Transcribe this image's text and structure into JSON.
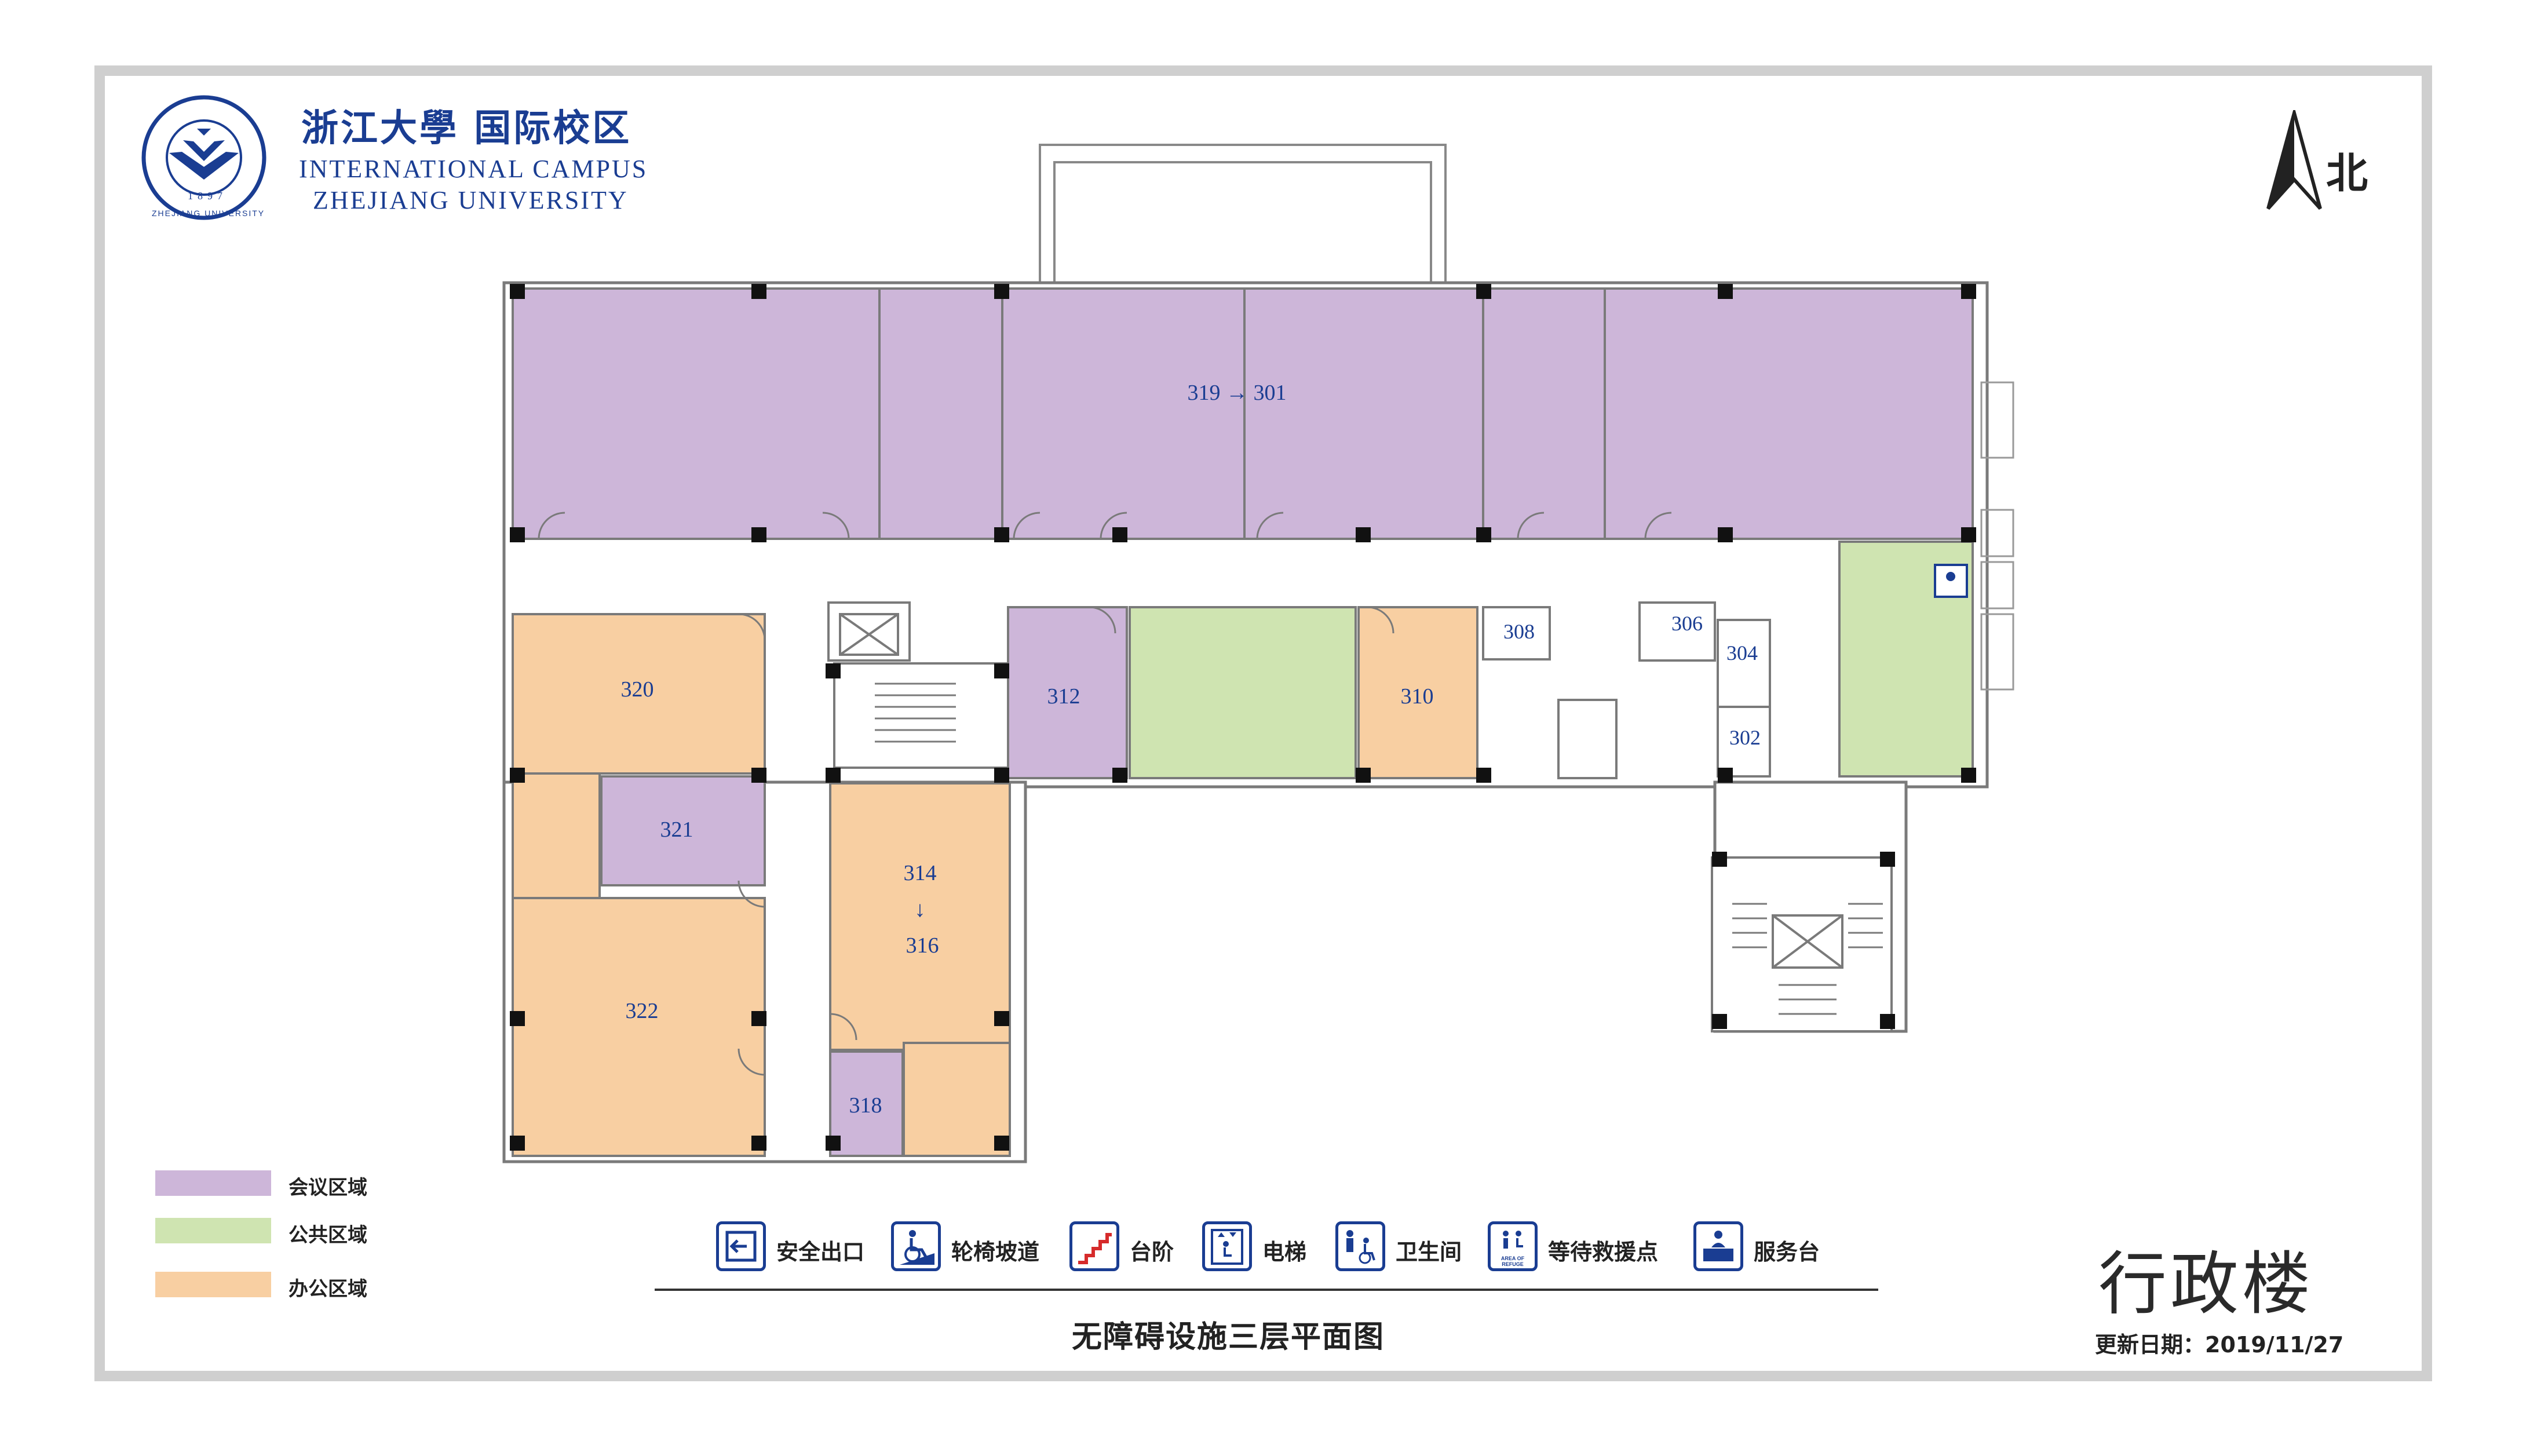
{
  "header": {
    "name_cn": "浙江大學 国际校区",
    "name_en_line1": "INTERNATIONAL CAMPUS",
    "name_en_line2": "ZHEJIANG UNIVERSITY",
    "seal_text": "ZHEJIANG UNIVERSITY",
    "seal_year": "1897",
    "north_label": "北"
  },
  "colors": {
    "meeting": "#cdb6d9",
    "public": "#cfe4b1",
    "office": "#f8cfa2",
    "brand": "#1a3d92",
    "wall": "#7a7a7a"
  },
  "rooms": [
    {
      "id": "r319-301",
      "label": "319 → 301",
      "zone": "meeting"
    },
    {
      "id": "r320",
      "label": "320",
      "zone": "office"
    },
    {
      "id": "r321",
      "label": "321",
      "zone": "meeting"
    },
    {
      "id": "r322",
      "label": "322",
      "zone": "office"
    },
    {
      "id": "r312",
      "label": "312",
      "zone": "meeting"
    },
    {
      "id": "r310",
      "label": "310",
      "zone": "office"
    },
    {
      "id": "r308",
      "label": "308",
      "zone": "none"
    },
    {
      "id": "r306",
      "label": "306",
      "zone": "none"
    },
    {
      "id": "r304",
      "label": "304",
      "zone": "none"
    },
    {
      "id": "r302",
      "label": "302",
      "zone": "none"
    },
    {
      "id": "r314-316-a",
      "label": "314",
      "zone": "office"
    },
    {
      "id": "r314-316-arrow",
      "label": "↓",
      "zone": "office"
    },
    {
      "id": "r314-316-b",
      "label": "316",
      "zone": "office"
    },
    {
      "id": "r318",
      "label": "318",
      "zone": "meeting"
    }
  ],
  "legend": [
    {
      "zone": "meeting",
      "label": "会议区域"
    },
    {
      "zone": "public",
      "label": "公共区域"
    },
    {
      "zone": "office",
      "label": "办公区域"
    }
  ],
  "symbols": [
    {
      "icon": "exit-icon",
      "label": "安全出口"
    },
    {
      "icon": "wheelchair-ramp-icon",
      "label": "轮椅坡道"
    },
    {
      "icon": "stairs-icon",
      "label": "台阶"
    },
    {
      "icon": "elevator-icon",
      "label": "电梯"
    },
    {
      "icon": "restroom-icon",
      "label": "卫生间"
    },
    {
      "icon": "refuge-area-icon",
      "label": "等待救援点",
      "sublabel": "AREA OF REFUGE"
    },
    {
      "icon": "service-desk-icon",
      "label": "服务台"
    }
  ],
  "footer": {
    "floor_title": "无障碍设施三层平面图",
    "building_name": "行政楼",
    "update_date": "更新日期：2019/11/27"
  }
}
